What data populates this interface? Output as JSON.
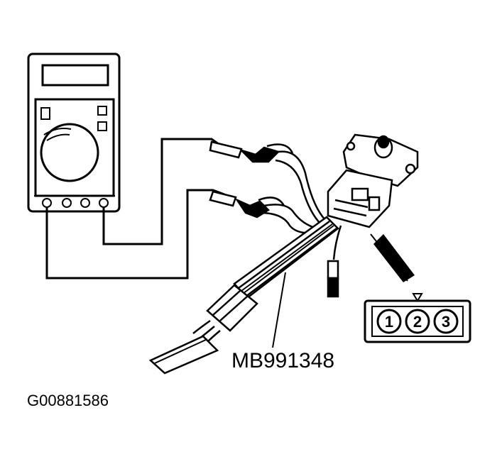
{
  "diagram": {
    "tool_label": "MB991348",
    "figure_code": "G00881586",
    "connector_pins": [
      "1",
      "2",
      "3"
    ]
  },
  "icons": {
    "multimeter": "multimeter-icon",
    "sensor": "throttle-position-sensor-icon",
    "harness": "test-harness-icon",
    "connector": "connector-pinout-icon"
  },
  "colors": {
    "ink": "#000000",
    "paper": "#ffffff"
  }
}
